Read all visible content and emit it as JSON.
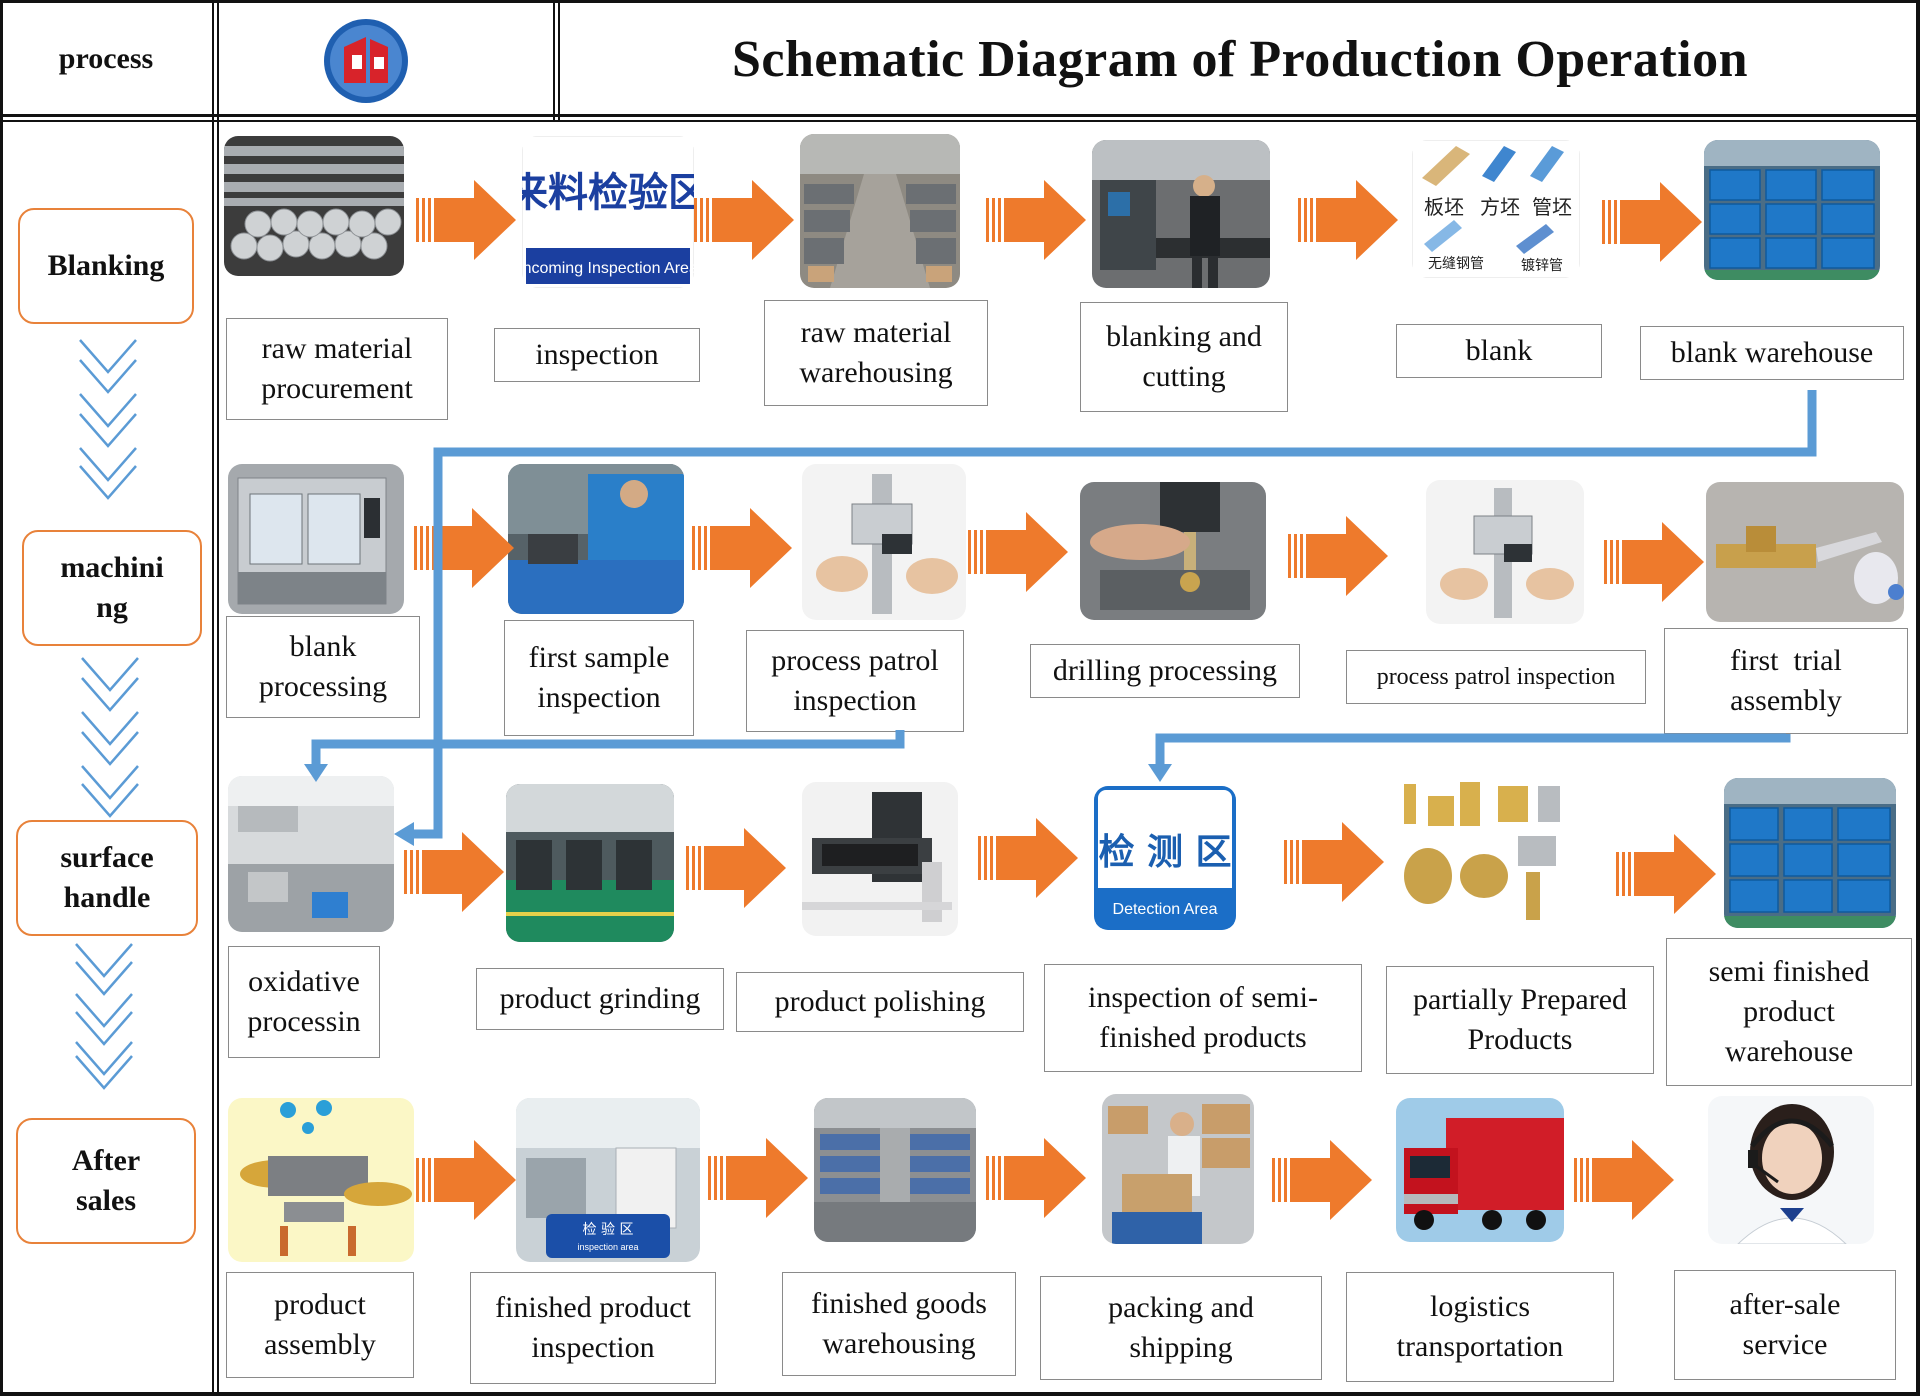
{
  "header": {
    "process_label": "process",
    "title": "Schematic Diagram of Production Operation"
  },
  "colors": {
    "accent": "#e8823a",
    "arrow": "#ee7a2c",
    "flow_line": "#5b9bd5",
    "chevron": "#5b9bd5"
  },
  "stages": [
    {
      "lines": [
        "Blanking"
      ]
    },
    {
      "lines": [
        "machini",
        "ng"
      ]
    },
    {
      "lines": [
        "surface",
        "handle"
      ]
    },
    {
      "lines": [
        "After",
        "sales"
      ]
    }
  ],
  "steps": {
    "row1": [
      {
        "lines": [
          "raw material",
          "procurement"
        ],
        "image": "aluminum-bars-image"
      },
      {
        "lines": [
          "inspection"
        ],
        "image": "incoming-inspection-sign-image",
        "sign_cn": "来料检验区",
        "sign_en": "Incoming Inspection Area"
      },
      {
        "lines": [
          "raw material",
          "warehousing"
        ],
        "image": "warehouse-image"
      },
      {
        "lines": [
          "blanking and",
          "cutting"
        ],
        "image": "cutting-machine-operator-image"
      },
      {
        "lines": [
          "blank"
        ],
        "image": "blank-types-image",
        "captions": [
          "板坯",
          "方坯",
          "管坯",
          "无缝钢管",
          "镀锌管"
        ]
      },
      {
        "lines": [
          "blank warehouse"
        ],
        "image": "blue-crates-image"
      }
    ],
    "row2": [
      {
        "lines": [
          "blank",
          "processing"
        ],
        "image": "cnc-machine-image"
      },
      {
        "lines": [
          "first sample",
          "inspection"
        ],
        "image": "first-sample-inspection-image"
      },
      {
        "lines": [
          "process patrol",
          "inspection"
        ],
        "image": "caliper-measurement-image"
      },
      {
        "lines": [
          "drilling processing"
        ],
        "image": "drilling-image"
      },
      {
        "lines": [
          "process patrol inspection"
        ],
        "image": "caliper-measurement-image-2"
      },
      {
        "lines": [
          "first  trial",
          "assembly"
        ],
        "image": "trial-assembly-image"
      }
    ],
    "row3": [
      {
        "lines": [
          "oxidative",
          "processin"
        ],
        "image": "oxidation-workshop-image"
      },
      {
        "lines": [
          "product grinding"
        ],
        "image": "grinding-workshop-image"
      },
      {
        "lines": [
          "product polishing"
        ],
        "image": "polishing-machine-image"
      },
      {
        "lines": [
          "inspection of semi-",
          "finished products"
        ],
        "image": "detection-area-sign-image",
        "sign_cn": "检 测 区",
        "sign_en": "Detection Area"
      },
      {
        "lines": [
          "partially Prepared",
          "Products"
        ],
        "image": "brass-parts-image"
      },
      {
        "lines": [
          "semi finished",
          "product",
          "warehouse"
        ],
        "image": "blue-crates-image-2"
      }
    ],
    "row4": [
      {
        "lines": [
          "product",
          "assembly"
        ],
        "image": "assembly-parts-image"
      },
      {
        "lines": [
          "finished product",
          "inspection"
        ],
        "image": "inspection-area-floor-image",
        "sign_cn": "检 验 区",
        "sign_en": "inspection area"
      },
      {
        "lines": [
          "finished goods",
          "warehousing"
        ],
        "image": "finished-goods-warehouse-image"
      },
      {
        "lines": [
          "packing and",
          "shipping"
        ],
        "image": "packing-worker-image"
      },
      {
        "lines": [
          "logistics",
          "transportation"
        ],
        "image": "red-truck-image"
      },
      {
        "lines": [
          "after-sale",
          "service"
        ],
        "image": "customer-service-agent-image"
      }
    ]
  }
}
